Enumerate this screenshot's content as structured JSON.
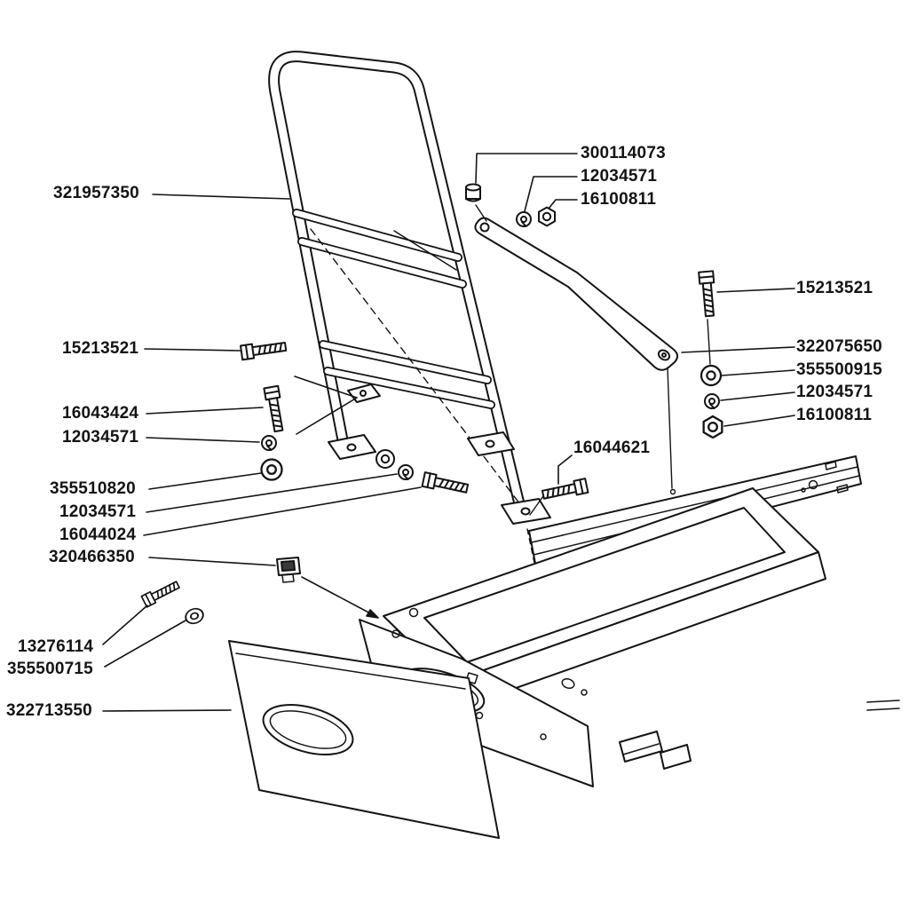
{
  "colors": {
    "line": "#141414",
    "background": "#ffffff"
  },
  "labels": [
    {
      "text": "321957350"
    },
    {
      "text": "300114073"
    },
    {
      "text": "12034571"
    },
    {
      "text": "16100811"
    },
    {
      "text": "15213521"
    },
    {
      "text": "15213521"
    },
    {
      "text": "322075650"
    },
    {
      "text": "355500915"
    },
    {
      "text": "12034571"
    },
    {
      "text": "16100811"
    },
    {
      "text": "16043424"
    },
    {
      "text": "12034571"
    },
    {
      "text": "16044621"
    },
    {
      "text": "355510820"
    },
    {
      "text": "12034571"
    },
    {
      "text": "16044024"
    },
    {
      "text": "320466350"
    },
    {
      "text": "13276114"
    },
    {
      "text": "355500715"
    },
    {
      "text": "322713550"
    }
  ]
}
